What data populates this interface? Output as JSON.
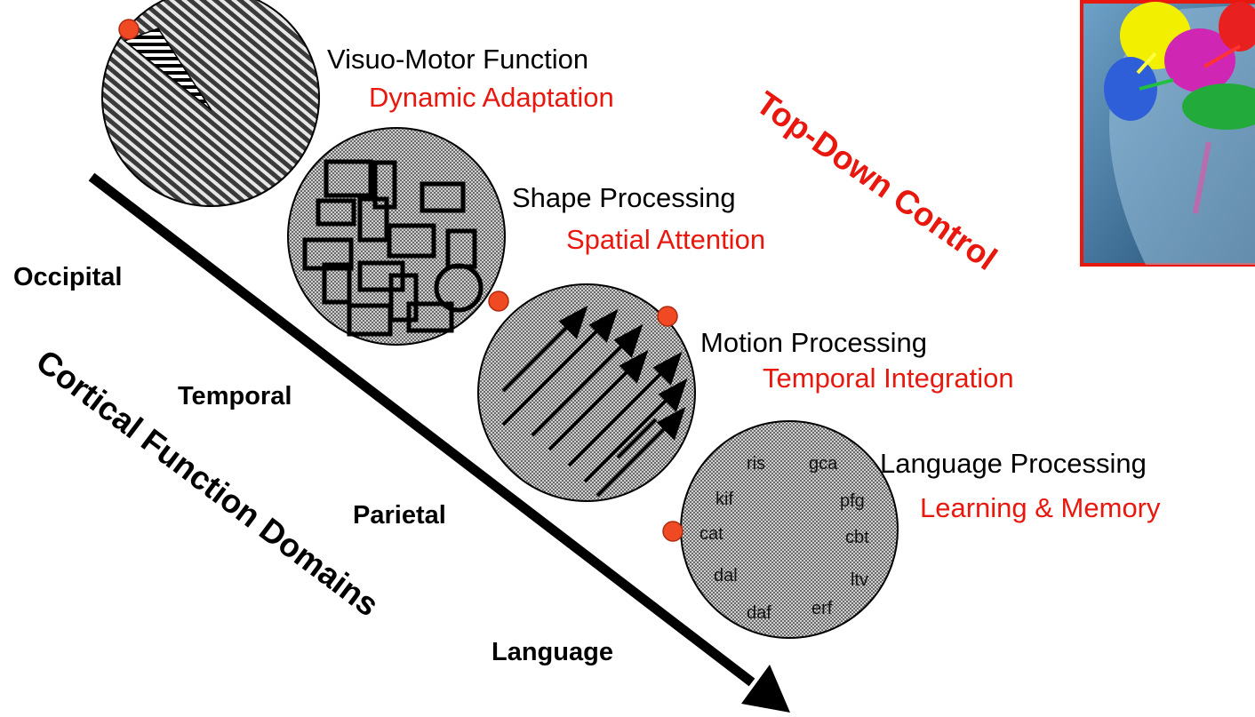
{
  "panels": [
    {
      "title": "Visuo-Motor Function",
      "subtitle": "Dynamic Adaptation"
    },
    {
      "title": "Shape Processing",
      "subtitle": "Spatial Attention"
    },
    {
      "title": "Motion Processing",
      "subtitle": "Temporal Integration"
    },
    {
      "title": "Language Processing",
      "subtitle": "Learning & Memory"
    }
  ],
  "regions": [
    "Occipital",
    "Temporal",
    "Parietal",
    "Language"
  ],
  "axis_label": "Cortical Function Domains",
  "top_down_label": "Top-Down Control",
  "letter_strings": [
    "ris",
    "gca",
    "kif",
    "pfg",
    "cat",
    "cbt",
    "dal",
    "ltv",
    "daf",
    "erf"
  ],
  "colors": {
    "accent": "#e8180e",
    "marker": "#ef4a23",
    "text": "#000000"
  }
}
